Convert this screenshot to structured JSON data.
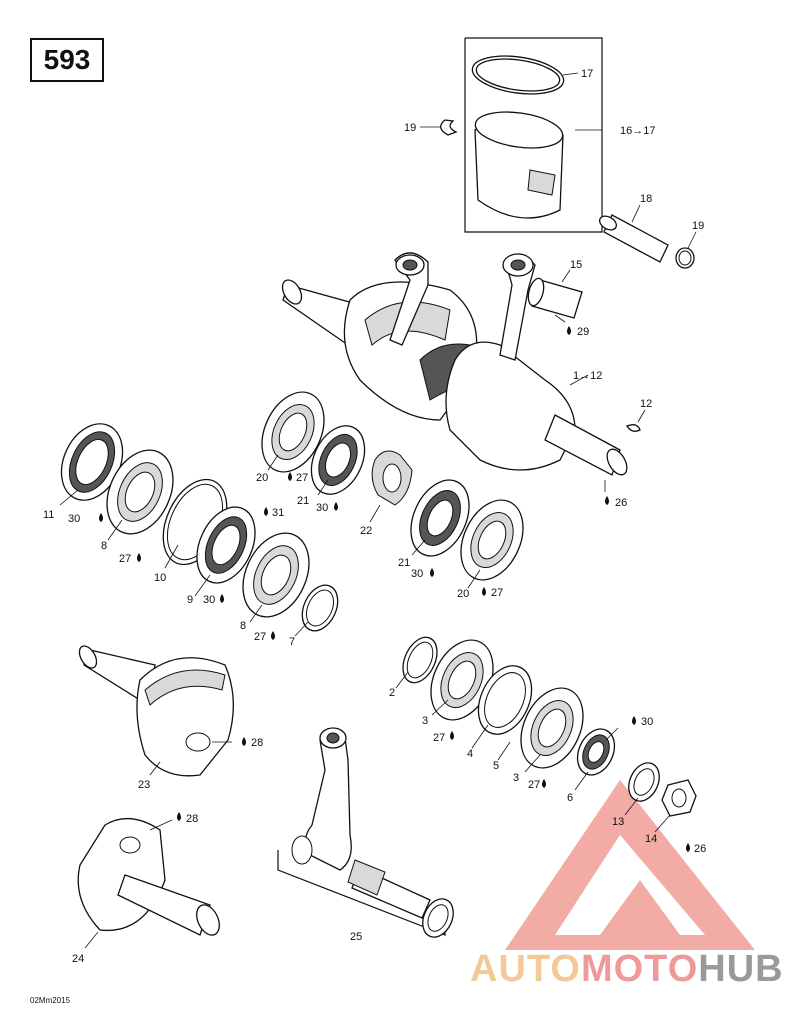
{
  "page_number": "593",
  "footer_code": "02Mm2015",
  "watermark": {
    "part1": "AUTO",
    "part2": "MOTO",
    "part3": "HUB"
  },
  "callouts": {
    "c17": "17",
    "c16_17": "16→17",
    "c19a": "19",
    "c18": "18",
    "c19b": "19",
    "c15": "15",
    "c29": "29",
    "c1_12": "1→12",
    "c12": "12",
    "c26a": "26",
    "c11": "11",
    "c30a": "30",
    "c8a": "8",
    "c27a": "27",
    "c10": "10",
    "c31": "31",
    "c9": "9",
    "c30b": "30",
    "c8b": "8",
    "c27b": "27",
    "c7": "7",
    "c20a": "20",
    "c27c": "27",
    "c21a": "21",
    "c30c": "30",
    "c22": "22",
    "c21b": "21",
    "c30d": "30",
    "c20b": "20",
    "c27d": "27",
    "c2": "2",
    "c3a": "3",
    "c27e": "27",
    "c4": "4",
    "c5": "5",
    "c3b": "3",
    "c27f": "27",
    "c6": "6",
    "c30e": "30",
    "c13": "13",
    "c14": "14",
    "c26b": "26",
    "c28a": "28",
    "c23": "23",
    "c28b": "28",
    "c24": "24",
    "c25": "25"
  }
}
